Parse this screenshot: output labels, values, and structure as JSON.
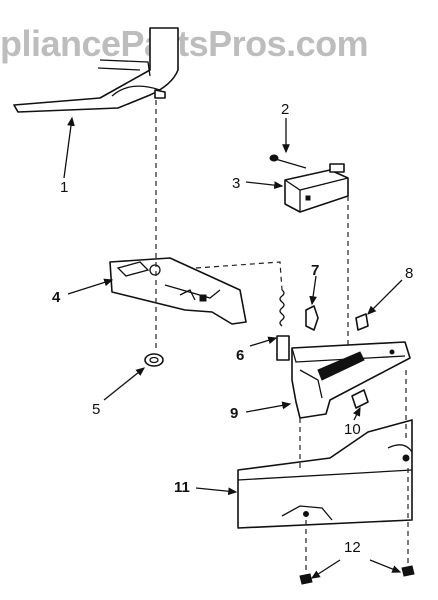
{
  "watermark": "pliancePartsPros.com",
  "callouts": {
    "c1": "1",
    "c2": "2",
    "c3": "3",
    "c4": "4",
    "c5": "5",
    "c6": "6",
    "c7": "7",
    "c8": "8",
    "c9": "9",
    "c10": "10",
    "c11": "11",
    "c12": "12"
  }
}
